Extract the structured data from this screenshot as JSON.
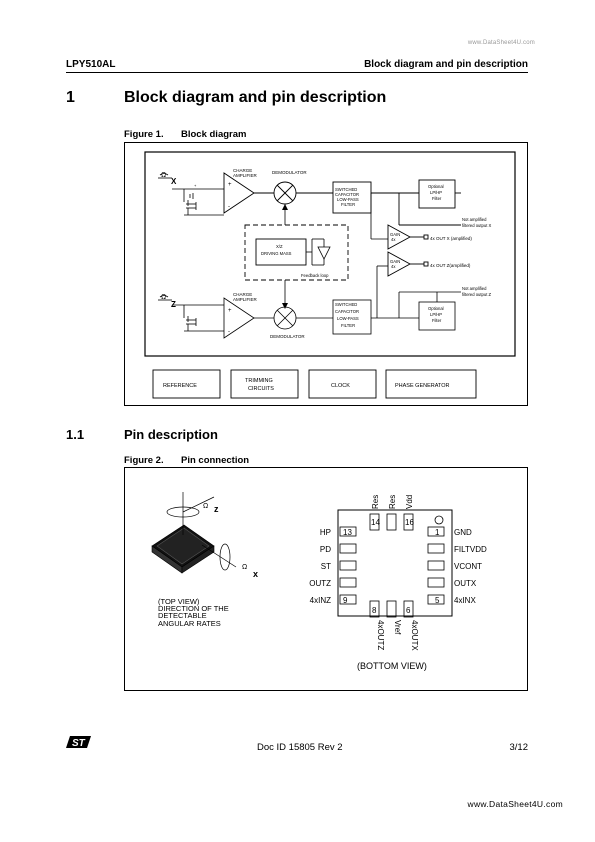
{
  "watermark_top": "www.DataSheet4U.com",
  "header": {
    "part": "LPY510AL",
    "section": "Block diagram and pin description"
  },
  "section1": {
    "number": "1",
    "title": "Block diagram and pin description"
  },
  "figure1": {
    "label": "Figure 1.",
    "title": "Block diagram",
    "axis_x": "X",
    "axis_z": "Z",
    "omega": "Ω",
    "charge_amp": [
      "CHARGE",
      "AMPLIFIER"
    ],
    "demodulator": "DEMODULATOR",
    "scf": [
      "SWITCHED",
      "CAPACITOR",
      "LOW-PASS",
      "FILTER"
    ],
    "optional_filter": [
      "Optional",
      "LP/HP",
      "Filter"
    ],
    "not_amplified_x": [
      "Not amplified",
      "filtered output X"
    ],
    "not_amplified_z": [
      "Not amplified",
      "filtered output Z"
    ],
    "gain": [
      "GAIN",
      "4x"
    ],
    "out_x": "4x OUT X (amplified)",
    "out_z": "4x OUT Z(amplified)",
    "driving_mass": [
      "X/Z",
      "DRIVING MASS"
    ],
    "feedback_loop": "Feedback loop",
    "blocks": [
      "REFERENCE",
      "TRIMMING",
      "CIRCUITS",
      "CLOCK",
      "PHASE GENERATOR"
    ]
  },
  "section1_1": {
    "number": "1.1",
    "title": "Pin description"
  },
  "figure2": {
    "label": "Figure 2.",
    "title": "Pin connection",
    "omega_z": "Ω",
    "omega_x": "Ω",
    "axis_z": "z",
    "axis_x": "x",
    "top_view_caption": [
      "(TOP VIEW)",
      "DIRECTION OF THE",
      "DETECTABLE",
      "ANGULAR RATES"
    ],
    "left_pins": [
      "HP",
      "PD",
      "ST",
      "OUTZ",
      "4xINZ"
    ],
    "right_pins": [
      "GND",
      "FILTVDD",
      "VCONT",
      "OUTX",
      "4xINX"
    ],
    "top_pins": [
      "Res",
      "Res",
      "Vdd"
    ],
    "bottom_pins": [
      "4xOUTZ",
      "Vref",
      "4xOUTX"
    ],
    "pin_numbers": {
      "p1": "1",
      "p5": "5",
      "p6": "6",
      "p8": "8",
      "p9": "9",
      "p13": "13",
      "p14": "14",
      "p16": "16"
    },
    "bottom_view": "(BOTTOM VIEW)"
  },
  "footer": {
    "doc_id": "Doc ID 15805 Rev 2",
    "page": "3/12"
  },
  "watermark_bottom": "www.DataSheet4U.com",
  "logo_text": "ST"
}
